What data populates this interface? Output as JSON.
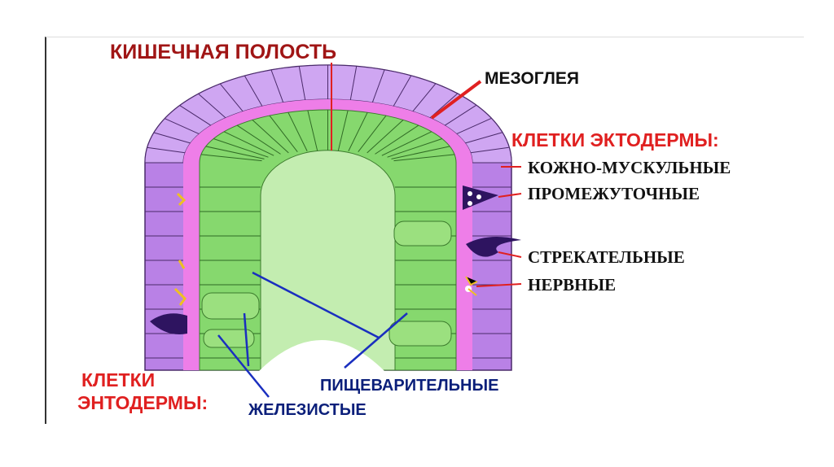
{
  "labels": {
    "gut_cavity": "КИШЕЧНАЯ ПОЛОСТЬ",
    "mesoglea": "МЕЗОГЛЕЯ",
    "ectoderm_title": "КЛЕТКИ ЭКТОДЕРМЫ:",
    "ecto_items": [
      "КОЖНО-МУСКУЛЬНЫЕ",
      "ПРОМЕЖУТОЧНЫЕ",
      "СТРЕКАТЕЛЬНЫЕ",
      "НЕРВНЫЕ"
    ],
    "endoderm_title_1": "КЛЕТКИ",
    "endoderm_title_2": "ЭНТОДЕРМЫ:",
    "digestive": "ПИЩЕВАРИТЕЛЬНЫЕ",
    "glandular": "ЖЕЛЕЗИСТЫЕ"
  },
  "colors": {
    "ectoderm": "#b981e6",
    "ectoderm_arch": "#cfa6f2",
    "mesoglea": "#ee7ee8",
    "endoderm": "#86d86e",
    "cavity": "#c3edb0",
    "red_line": "#e02020",
    "blue_line": "#1a2fbf"
  }
}
